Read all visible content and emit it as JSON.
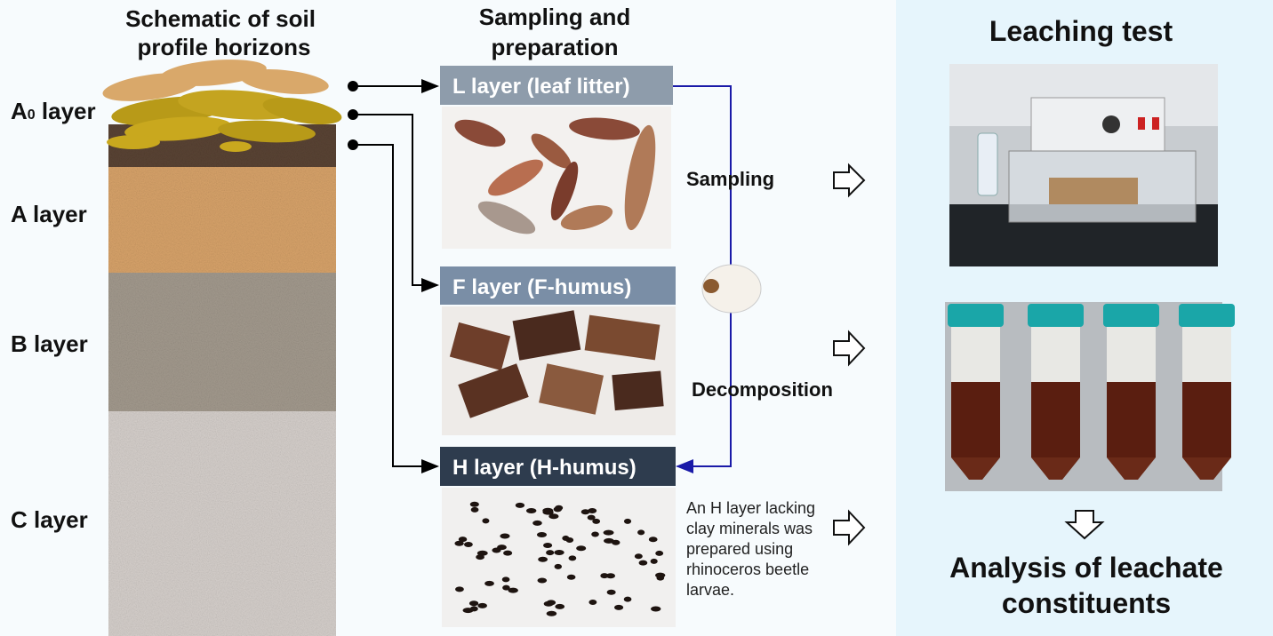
{
  "soil": {
    "title_line1": "Schematic of soil",
    "title_line2": "profile horizons",
    "layers": [
      {
        "name": "A",
        "sub": "0",
        "suffix": " layer"
      },
      {
        "name": "A layer"
      },
      {
        "name": "B layer"
      },
      {
        "name": "C layer"
      }
    ]
  },
  "sampling": {
    "title_line1": "Sampling and",
    "title_line2": "preparation",
    "labels": [
      "L layer (leaf litter)",
      "F layer (F-humus)",
      "H layer (H-humus)"
    ],
    "label_colors": [
      "#8e9cab",
      "#7a8ea6",
      "#2e3c4e"
    ],
    "process": [
      "Sampling",
      "Decomposition"
    ],
    "note": [
      "An H layer lacking",
      "clay minerals was",
      "prepared using",
      "rhinoceros beetle",
      "larvae."
    ]
  },
  "leaching": {
    "title": "Leaching test",
    "analysis_line1": "Analysis of leachate",
    "analysis_line2": "constituents",
    "panel_color": "#e6f5fc"
  }
}
